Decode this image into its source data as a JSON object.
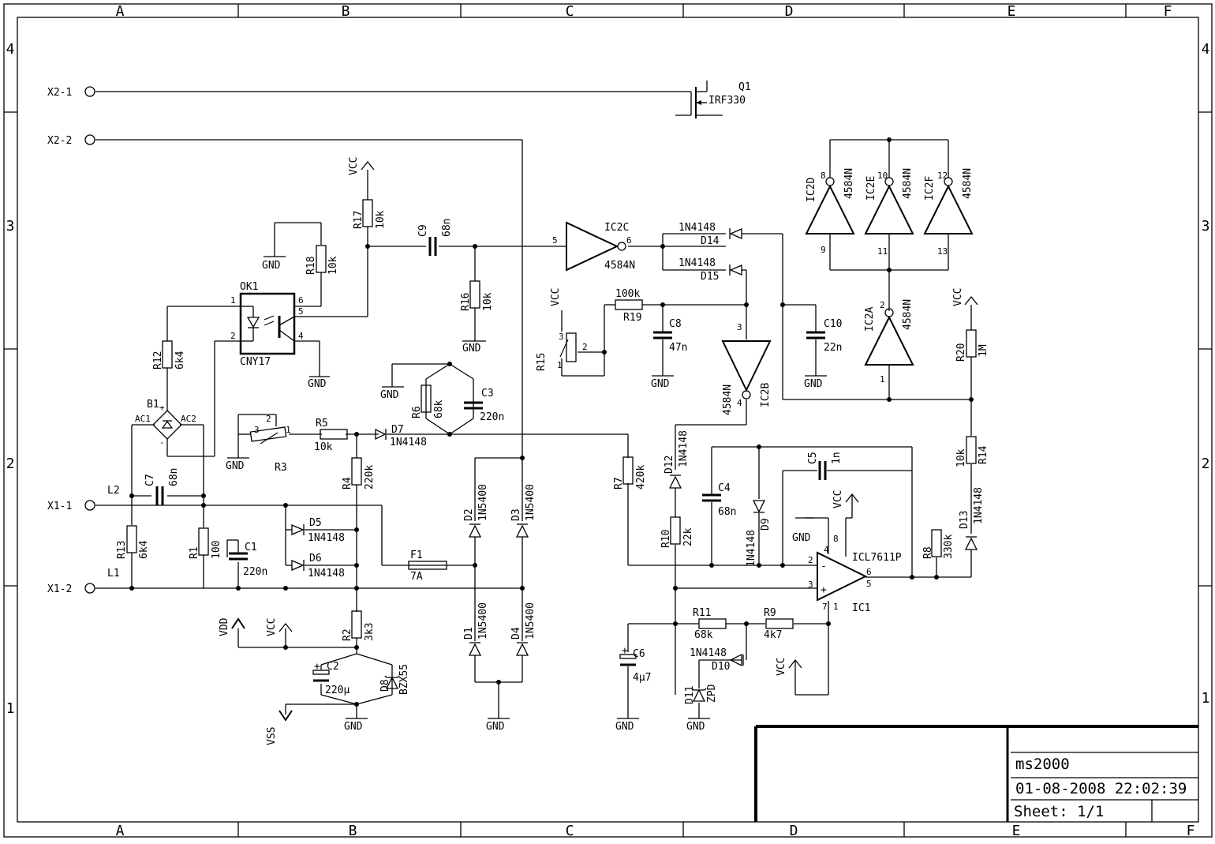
{
  "grid": {
    "columns": [
      "A",
      "B",
      "C",
      "D",
      "E",
      "F"
    ],
    "rows": [
      "4",
      "3",
      "2",
      "1"
    ]
  },
  "connectors": {
    "x2_1": "X2-1",
    "x2_2": "X2-2",
    "x1_1": "X1-1",
    "x1_2": "X1-2",
    "l1": "L1",
    "l2": "L2"
  },
  "components": {
    "q1": {
      "ref": "Q1",
      "value": "IRF330"
    },
    "r1": {
      "ref": "R1",
      "value": "100"
    },
    "r2": {
      "ref": "R2",
      "value": "3k3"
    },
    "r3": {
      "ref": "R3"
    },
    "r4": {
      "ref": "R4",
      "value": "220k"
    },
    "r5": {
      "ref": "R5",
      "value": "10k"
    },
    "r6": {
      "ref": "R6",
      "value": "68k"
    },
    "r7": {
      "ref": "R7",
      "value": "420k"
    },
    "r8": {
      "ref": "R8",
      "value": "330k"
    },
    "r9": {
      "ref": "R9",
      "value": "4k7"
    },
    "r10": {
      "ref": "R10",
      "value": "22k"
    },
    "r11": {
      "ref": "R11",
      "value": "68k"
    },
    "r12": {
      "ref": "R12",
      "value": "6k4"
    },
    "r13": {
      "ref": "R13",
      "value": "6k4"
    },
    "r14": {
      "ref": "R14",
      "value": "10k"
    },
    "r15": {
      "ref": "R15"
    },
    "r16": {
      "ref": "R16",
      "value": "10k"
    },
    "r17": {
      "ref": "R17",
      "value": "10k"
    },
    "r18": {
      "ref": "R18",
      "value": "10k"
    },
    "r19": {
      "ref": "R19",
      "value": "100k"
    },
    "r20": {
      "ref": "R20",
      "value": "1M"
    },
    "c1": {
      "ref": "C1",
      "value": "220n"
    },
    "c2": {
      "ref": "C2",
      "value": "220µ"
    },
    "c3": {
      "ref": "C3",
      "value": "220n"
    },
    "c4": {
      "ref": "C4",
      "value": "68n"
    },
    "c5": {
      "ref": "C5",
      "value": "1n"
    },
    "c6": {
      "ref": "C6",
      "value": "4µ7"
    },
    "c7": {
      "ref": "C7",
      "value": "68n"
    },
    "c8": {
      "ref": "C8",
      "value": "47n"
    },
    "c9": {
      "ref": "C9",
      "value": "68n"
    },
    "c10": {
      "ref": "C10",
      "value": "22n"
    },
    "d1": {
      "ref": "D1",
      "value": "1N5400"
    },
    "d2": {
      "ref": "D2",
      "value": "1N5400"
    },
    "d3": {
      "ref": "D3",
      "value": "1N5400"
    },
    "d4": {
      "ref": "D4",
      "value": "1N5400"
    },
    "d5": {
      "ref": "D5",
      "value": "1N4148"
    },
    "d6": {
      "ref": "D6",
      "value": "1N4148"
    },
    "d7": {
      "ref": "D7",
      "value": "1N4148"
    },
    "d8": {
      "ref": "D8",
      "value": "BZX55"
    },
    "d9": {
      "ref": "D9",
      "value": "1N4148"
    },
    "d10": {
      "ref": "D10",
      "value": "1N4148"
    },
    "d11": {
      "ref": "D11",
      "value": "ZPD"
    },
    "d12": {
      "ref": "D12",
      "value": "1N4148"
    },
    "d13": {
      "ref": "D13",
      "value": "1N4148"
    },
    "d14": {
      "ref": "D14",
      "value": "1N4148"
    },
    "d15": {
      "ref": "D15",
      "value": "1N4148"
    },
    "f1": {
      "ref": "F1",
      "value": "7A"
    },
    "b1": {
      "ref": "B1",
      "ac1": "AC1",
      "ac2": "AC2",
      "plus": "+",
      "minus": "-"
    },
    "ok1": {
      "ref": "OK1",
      "value": "CNY17"
    },
    "ic1": {
      "ref": "IC1",
      "value": "ICL7611P"
    },
    "ic2a": {
      "ref": "IC2A",
      "value": "4584N"
    },
    "ic2b": {
      "ref": "IC2B",
      "value": "4584N"
    },
    "ic2c": {
      "ref": "IC2C",
      "value": "4584N"
    },
    "ic2d": {
      "ref": "IC2D",
      "value": "4584N"
    },
    "ic2e": {
      "ref": "IC2E",
      "value": "4584N"
    },
    "ic2f": {
      "ref": "IC2F",
      "value": "4584N"
    }
  },
  "pins": {
    "p1": "1",
    "p2": "2",
    "p3": "3",
    "p4": "4",
    "p5": "5",
    "p6": "6",
    "p7": "7",
    "p8": "8",
    "p9": "9",
    "p10": "10",
    "p11": "11",
    "p12": "12",
    "p13": "13",
    "plus": "+",
    "minus": "-"
  },
  "nets": {
    "gnd": "GND",
    "vcc": "VCC",
    "vdd": "VDD",
    "vss": "VSS"
  },
  "title_block": {
    "name": "ms2000",
    "datetime": "01-08-2008 22:02:39",
    "sheet": "Sheet: 1/1"
  }
}
